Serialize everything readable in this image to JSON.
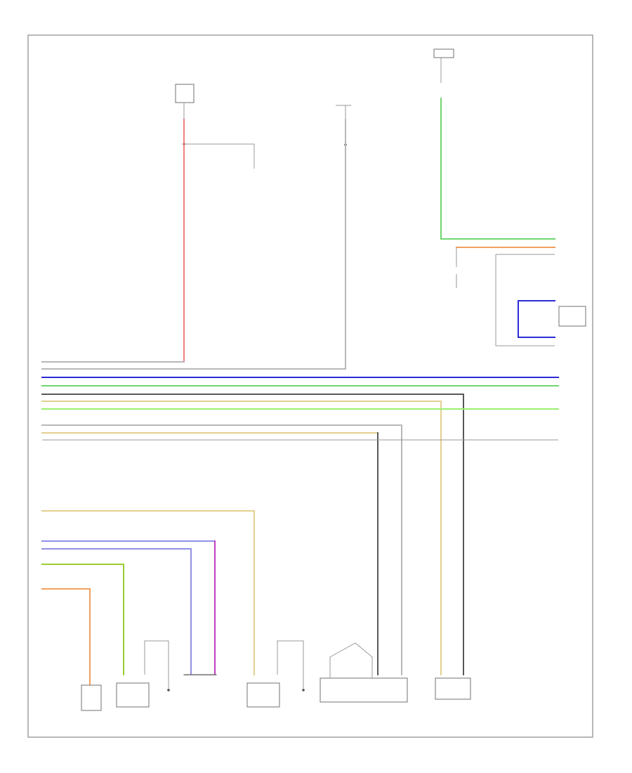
{
  "page": {
    "code": ""
  },
  "top_components": [
    {
      "id": "top-left",
      "name": ""
    },
    {
      "id": "top-mid",
      "name": ""
    },
    {
      "id": "top-right",
      "name": ""
    }
  ],
  "bottom_components": [
    {
      "id": "bc1",
      "name": ""
    },
    {
      "id": "bc2",
      "name": ""
    },
    {
      "id": "bc3",
      "name": ""
    },
    {
      "id": "bc4",
      "name": ""
    },
    {
      "id": "bc5",
      "name": ""
    },
    {
      "id": "bc6",
      "name": ""
    }
  ],
  "colors": {
    "red": "#f08080",
    "white": "#b8b8b8",
    "blue": "#2b2bd6",
    "green": "#6fd66f",
    "dark_gray": "#585858",
    "gray": "#9a9a9a",
    "tan": "#e2cf8e",
    "light_green": "#9af06e",
    "orange": "#f0a060",
    "yellow": "#d9d94a",
    "violet": "#9090e6",
    "magenta": "#c040c0",
    "olive": "#9acd32",
    "frame": "#9a9a9a"
  }
}
